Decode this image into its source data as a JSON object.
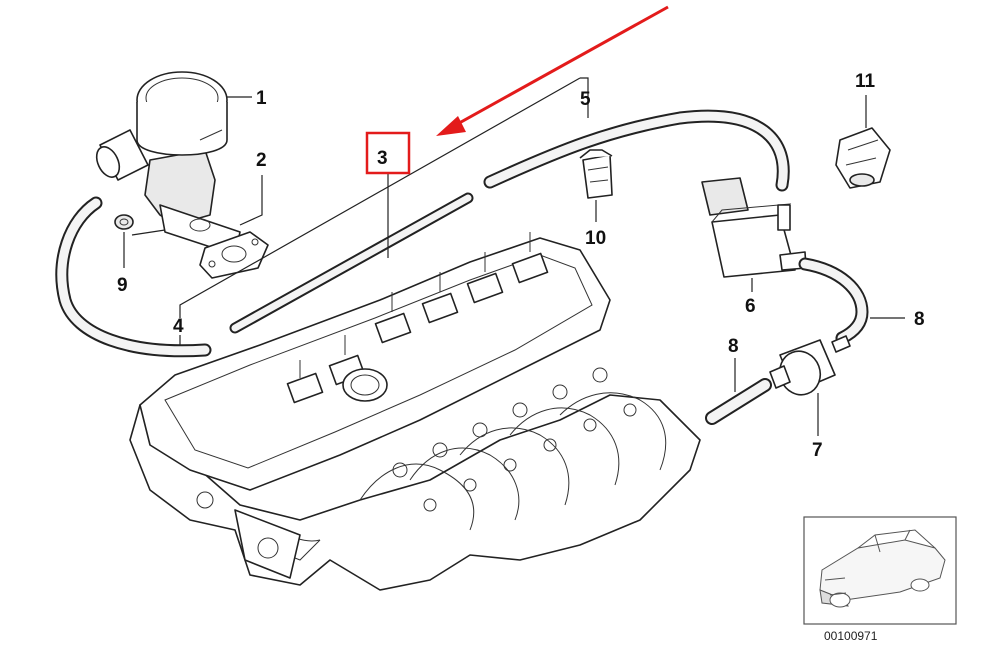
{
  "callouts": [
    "1",
    "2",
    "3",
    "4",
    "5",
    "6",
    "7",
    "8",
    "8",
    "9",
    "10",
    "11"
  ],
  "highlight": {
    "label": "3",
    "color": "#e31b1b"
  },
  "arrow_color": "#e31b1b",
  "reference_number": "00100971",
  "icons": [
    "red-arrow-icon",
    "car-thumbnail-icon"
  ]
}
